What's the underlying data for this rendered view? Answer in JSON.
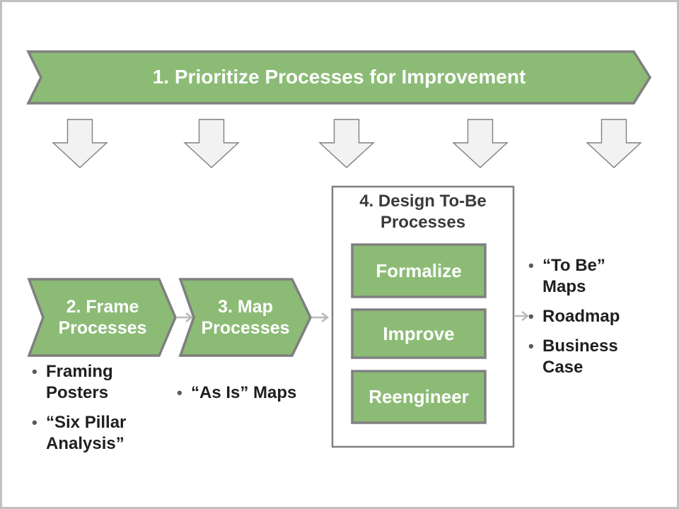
{
  "slide": {
    "banner": {
      "label": "1. Prioritize Processes for Improvement"
    },
    "steps": [
      {
        "label": "2. Frame Processes"
      },
      {
        "label": "3. Map Processes"
      }
    ],
    "design_box": {
      "title": "4. Design To-Be Processes",
      "items": [
        "Formalize",
        "Improve",
        "Reengineer"
      ]
    },
    "bullets": {
      "frame": [
        "Framing Posters",
        "“Six Pillar Analysis”"
      ],
      "map": [
        "“As Is” Maps"
      ],
      "outputs": [
        "“To Be” Maps",
        "Roadmap",
        "Business Case"
      ]
    },
    "bullet_glyph": "•",
    "colors": {
      "green": "#8cbb76",
      "shape_border": "#7f7f7f",
      "arrow_fill": "#f2f2f2",
      "connector_gray": "#b9b9b9",
      "title_text": "#3b3b3b",
      "bullet_text": "#1f1f1f",
      "frame_border": "#c1c1c1"
    }
  }
}
